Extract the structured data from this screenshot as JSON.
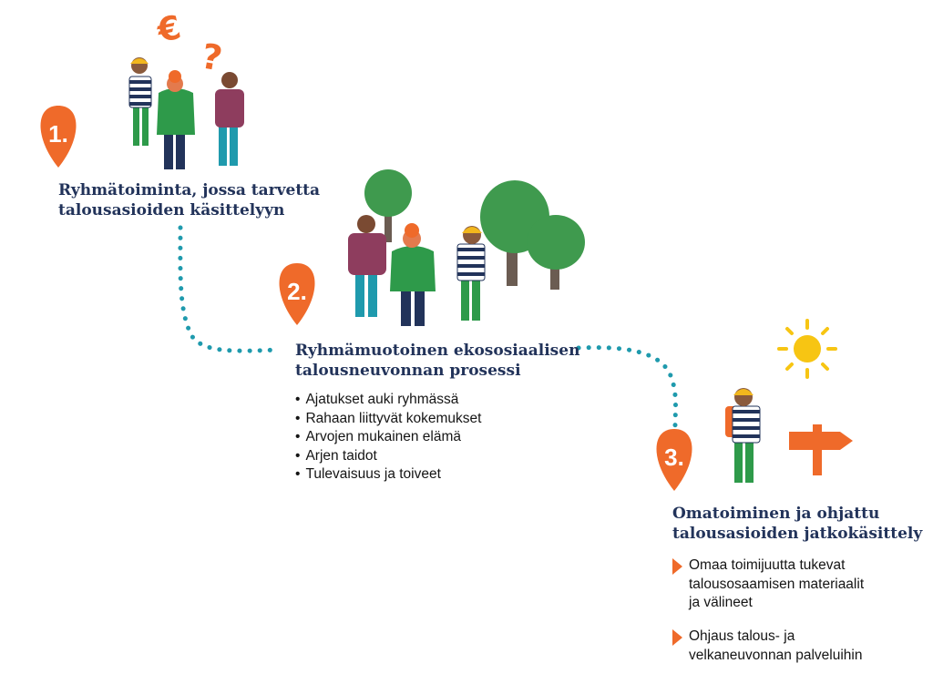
{
  "colors": {
    "orange": "#ef6a2a",
    "navy": "#22335a",
    "teal": "#1f9aad",
    "green": "#2e8b44",
    "sun": "#f7c513"
  },
  "icons": [
    "euro-icon",
    "question-mark-icon",
    "map-pin-icon",
    "sun-icon",
    "signpost-icon",
    "tree-icon",
    "person-icon"
  ],
  "steps": [
    {
      "number": "1.",
      "heading_lines": [
        "Ryhmätoiminta, jossa tarvetta",
        "talousasioiden käsittelyyn"
      ]
    },
    {
      "number": "2.",
      "heading_lines": [
        "Ryhmämuotoinen ekososiaalisen",
        "talousneuvonnan prosessi"
      ],
      "bullets": [
        "Ajatukset auki ryhmässä",
        "Rahaan liittyvät kokemukset",
        "Arvojen mukainen elämä",
        "Arjen taidot",
        "Tulevaisuus ja toiveet"
      ]
    },
    {
      "number": "3.",
      "heading_lines": [
        "Omatoiminen ja ohjattu",
        "talousasioiden jatkokäsittely"
      ],
      "items": [
        {
          "lines": [
            "Omaa toimijuutta tukevat",
            "talousosaamisen materiaalit",
            "ja välineet"
          ]
        },
        {
          "lines": [
            "Ohjaus talous- ja",
            "velkaneuvonnan palveluihin"
          ]
        }
      ]
    }
  ],
  "symbols": {
    "euro": "€",
    "question": "?"
  }
}
